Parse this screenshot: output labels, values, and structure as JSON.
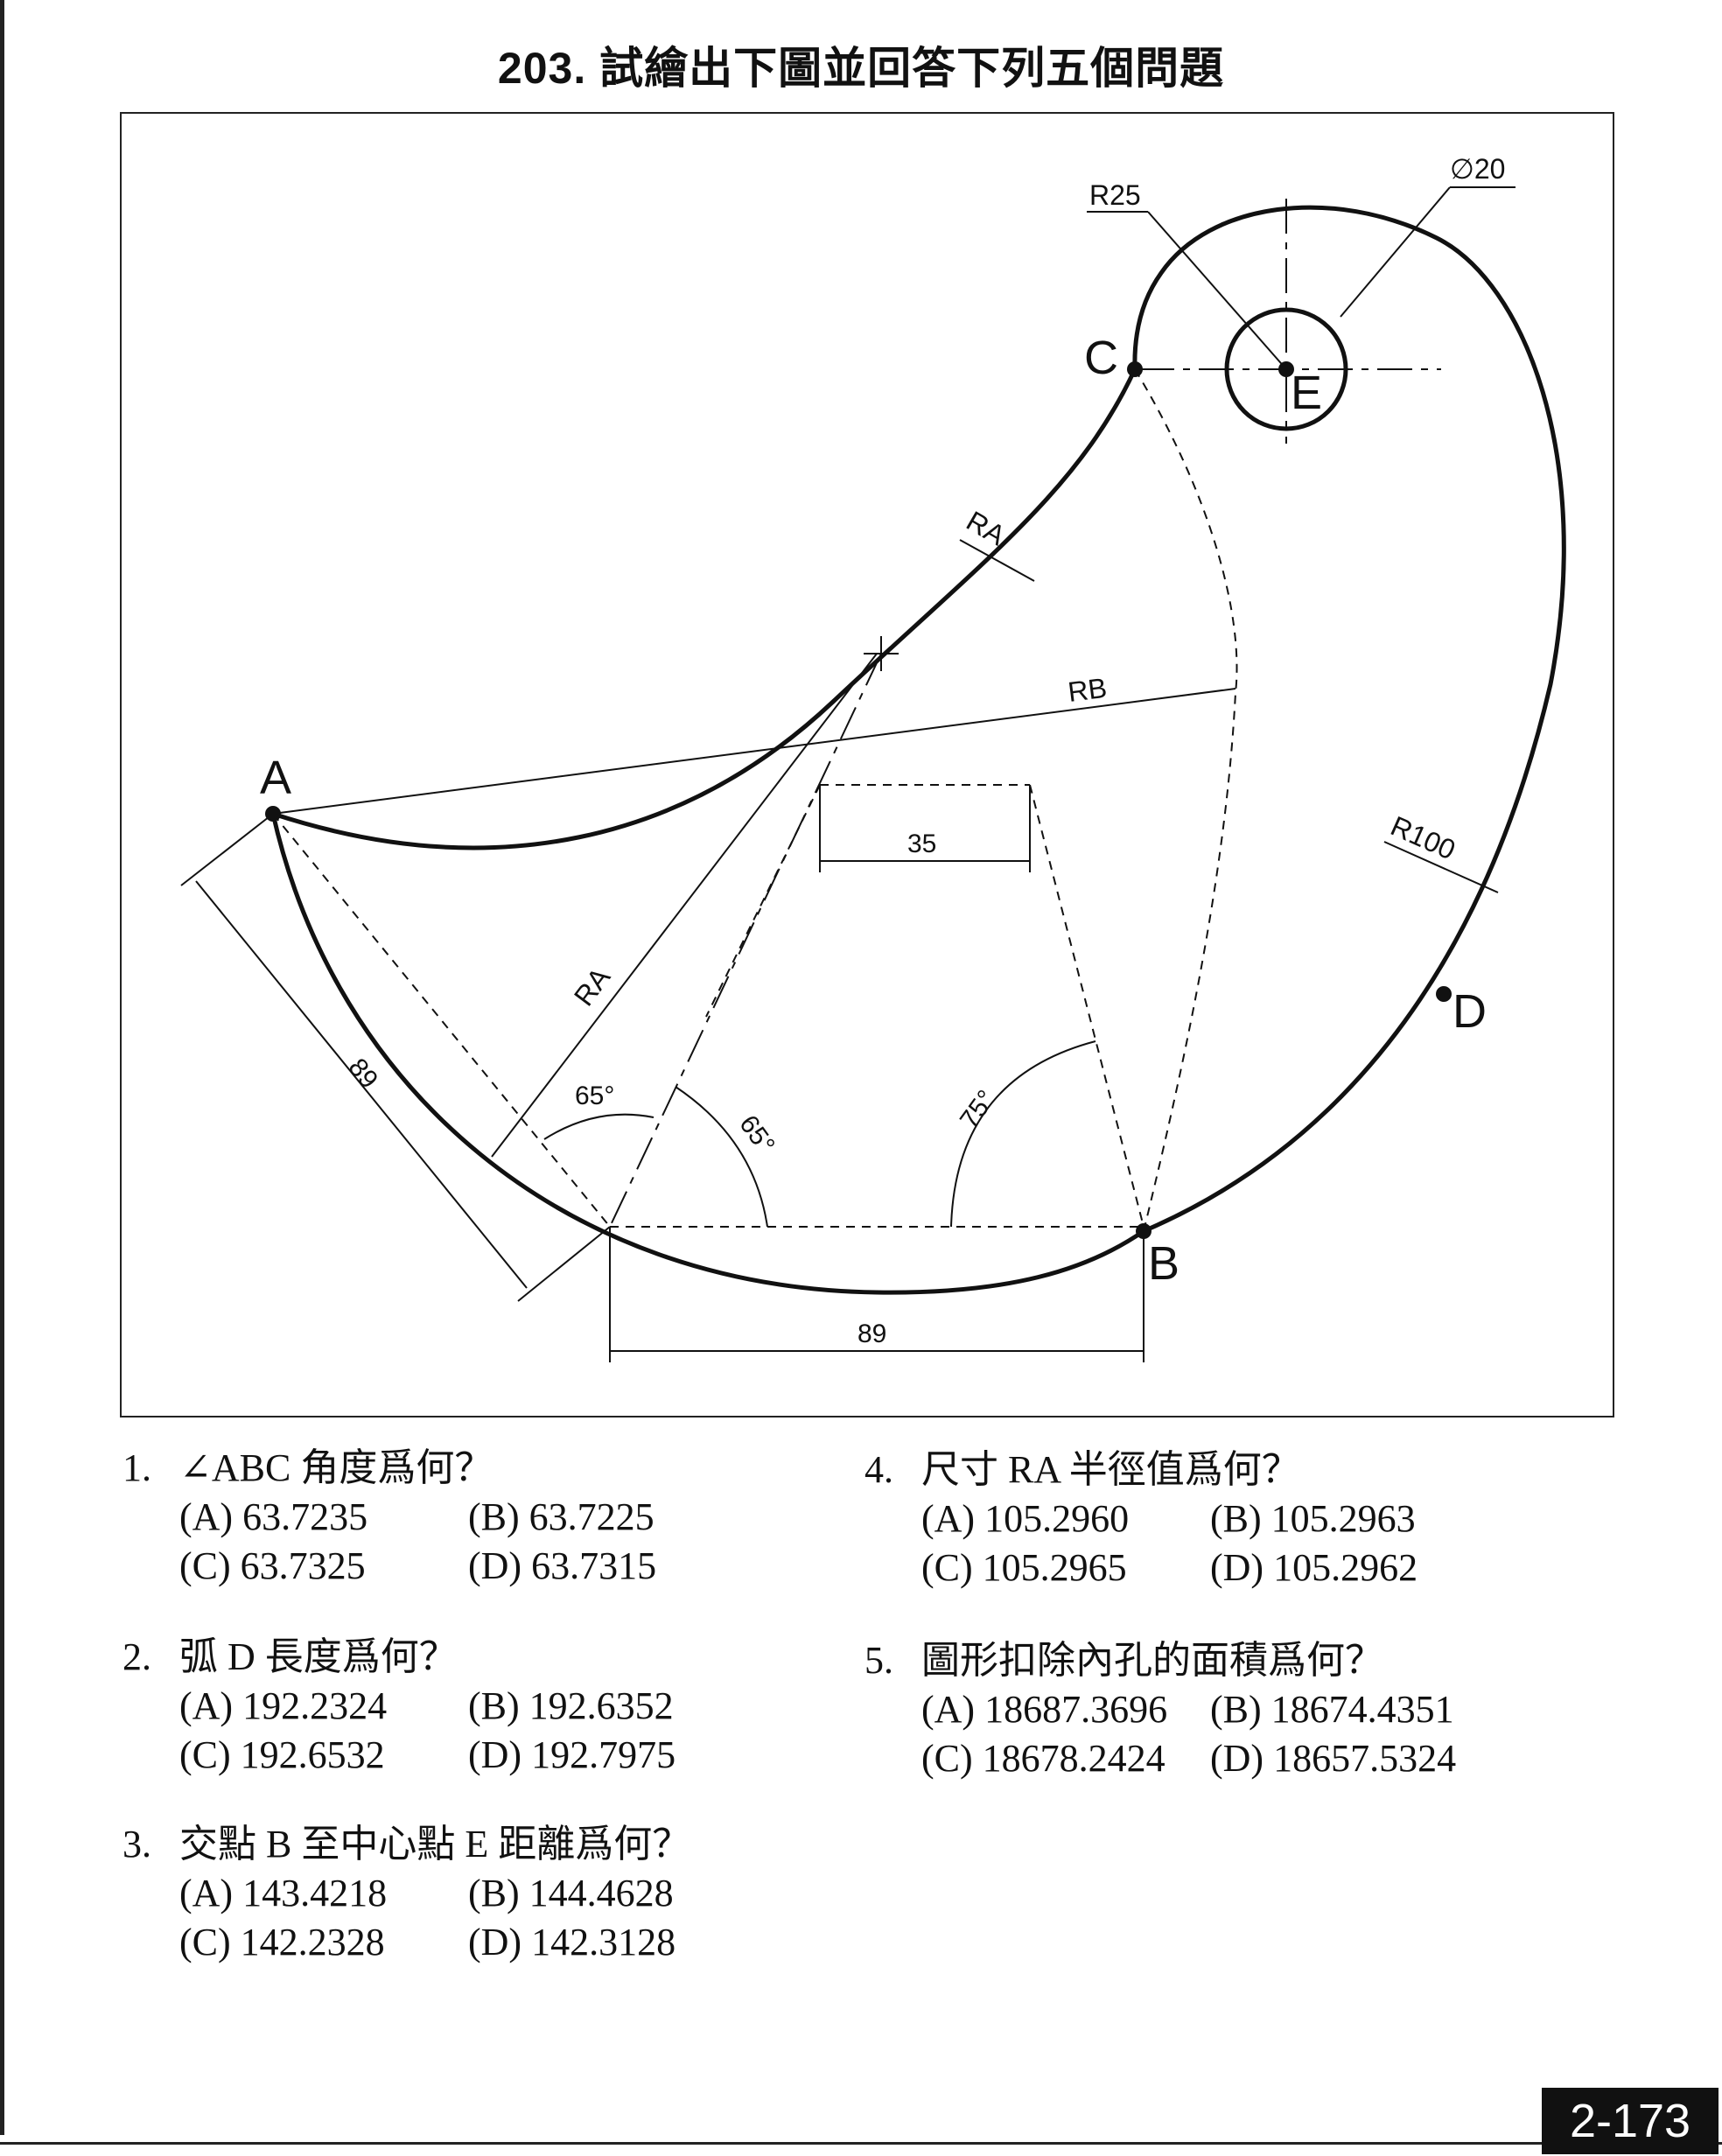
{
  "title": "203. 試繪出下圖並回答下列五個問題",
  "figure": {
    "points": {
      "a": "A",
      "b": "B",
      "c": "C",
      "d": "D",
      "e": "E"
    },
    "dims": {
      "r25": "R25",
      "dia20": "∅20",
      "ra_upper": "RA",
      "ra_lower": "RA",
      "rb": "RB",
      "r100": "R100",
      "d35": "35",
      "d89_slant": "89",
      "d89_bottom": "89",
      "ang65_a": "65°",
      "ang65_b": "65°",
      "ang75": "75°"
    }
  },
  "questions": [
    {
      "num": "1.",
      "text": "∠ABC 角度爲何？",
      "options": [
        "(A) 63.7235",
        "(B) 63.7225",
        "(C) 63.7325",
        "(D) 63.7315"
      ]
    },
    {
      "num": "2.",
      "text": "弧 D 長度爲何？",
      "options": [
        "(A) 192.2324",
        "(B) 192.6352",
        "(C) 192.6532",
        "(D) 192.7975"
      ]
    },
    {
      "num": "3.",
      "text": "交點 B 至中心點 E 距離爲何？",
      "options": [
        "(A) 143.4218",
        "(B) 144.4628",
        "(C) 142.2328",
        "(D) 142.3128"
      ]
    },
    {
      "num": "4.",
      "text": "尺寸 RA 半徑值爲何？",
      "options": [
        "(A) 105.2960",
        "(B) 105.2963",
        "(C) 105.2965",
        "(D) 105.2962"
      ]
    },
    {
      "num": "5.",
      "text": "圖形扣除內孔的面積爲何？",
      "options": [
        "(A) 18687.3696",
        "(B) 18674.4351",
        "(C) 18678.2424",
        "(D) 18657.5324"
      ]
    }
  ],
  "page_number": "2-173"
}
